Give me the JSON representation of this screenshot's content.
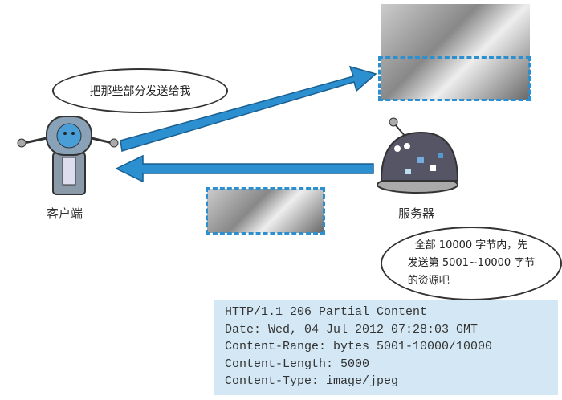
{
  "client": {
    "label": "客户端",
    "speech": "把那些部分发送给我"
  },
  "server": {
    "label": "服务器",
    "speech": [
      "全部 10000 字节内，先",
      "发送第 5001~10000 字节",
      "的资源吧"
    ]
  },
  "response": {
    "lines": [
      "HTTP/1.1 206 Partial Content",
      "Date: Wed, 04 Jul 2012 07:28:03 GMT",
      "Content-Range: bytes 5001-10000/10000",
      "Content-Length: 5000",
      "Content-Type: image/jpeg"
    ]
  },
  "colors": {
    "arrow": "#2b8fd0",
    "code_bg": "#d3e8f4"
  }
}
